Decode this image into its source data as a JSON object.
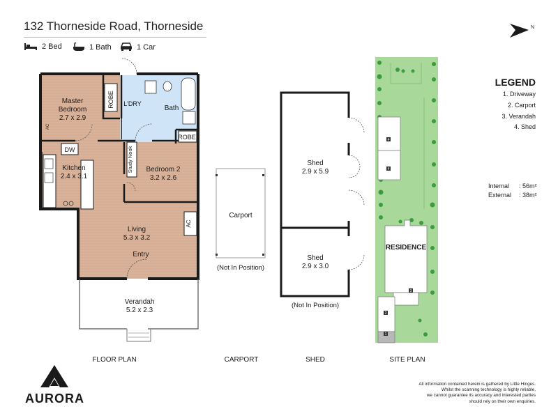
{
  "header": {
    "address": "132 Thorneside Road, Thorneside",
    "features": {
      "beds": "2 Bed",
      "baths": "1 Bath",
      "cars": "1 Car"
    }
  },
  "compass": {
    "north_label": "N"
  },
  "legend": {
    "title": "LEGEND",
    "items": [
      "1. Driveway",
      "2. Carport",
      "3. Verandah",
      "4. Shed"
    ]
  },
  "areas": {
    "internal_label": "Internal",
    "internal_value": ": 56m²",
    "external_label": "External",
    "external_value": ": 38m²"
  },
  "floor_plan": {
    "rooms": {
      "master_bedroom": {
        "name": "Master\nBedroom",
        "dims": "2.7 x 2.9"
      },
      "robe1": "ROBE",
      "laundry": "L'DRY",
      "bath": "Bath",
      "robe2": "ROBE",
      "ac1": "AC",
      "dw": "DW",
      "kitchen": {
        "name": "Kitchen",
        "dims": "2.4 x 3.1"
      },
      "study_nook": "Study Nook",
      "bedroom2": {
        "name": "Bedroom 2",
        "dims": "3.2 x 2.6"
      },
      "ac2": "AC",
      "living": {
        "name": "Living",
        "dims": "5.3 x 3.2"
      },
      "entry": "Entry",
      "verandah": {
        "name": "Verandah",
        "dims": "5.2 x 2.3"
      }
    }
  },
  "carport": {
    "name": "Carport",
    "note": "(Not In Position)"
  },
  "shed": {
    "shed1": {
      "name": "Shed",
      "dims": "2.9 x 5.9"
    },
    "shed2": {
      "name": "Shed",
      "dims": "2.9 x 3.0"
    },
    "note": "(Not In Position)"
  },
  "site_plan": {
    "residence": "RESIDENCE",
    "markers": [
      "4",
      "4",
      "3",
      "2",
      "1"
    ]
  },
  "section_labels": {
    "floor_plan": "FLOOR PLAN",
    "carport": "CARPORT",
    "shed": "SHED",
    "site_plan": "SITE PLAN"
  },
  "disclaimer": [
    "All information contained herein is gathered by Little Hinges.",
    "Whilst the scanning technology is highly reliable,",
    "we cannot guarantee its accuracy and interested parties",
    "should rely on their own enquiries."
  ],
  "brand": "AURORA",
  "colors": {
    "floor": "#d9b29a",
    "wet_area": "#cfe5f7",
    "grass": "#a8d99a",
    "tree": "#3e9a3e",
    "wall": "#1a1a1a"
  }
}
